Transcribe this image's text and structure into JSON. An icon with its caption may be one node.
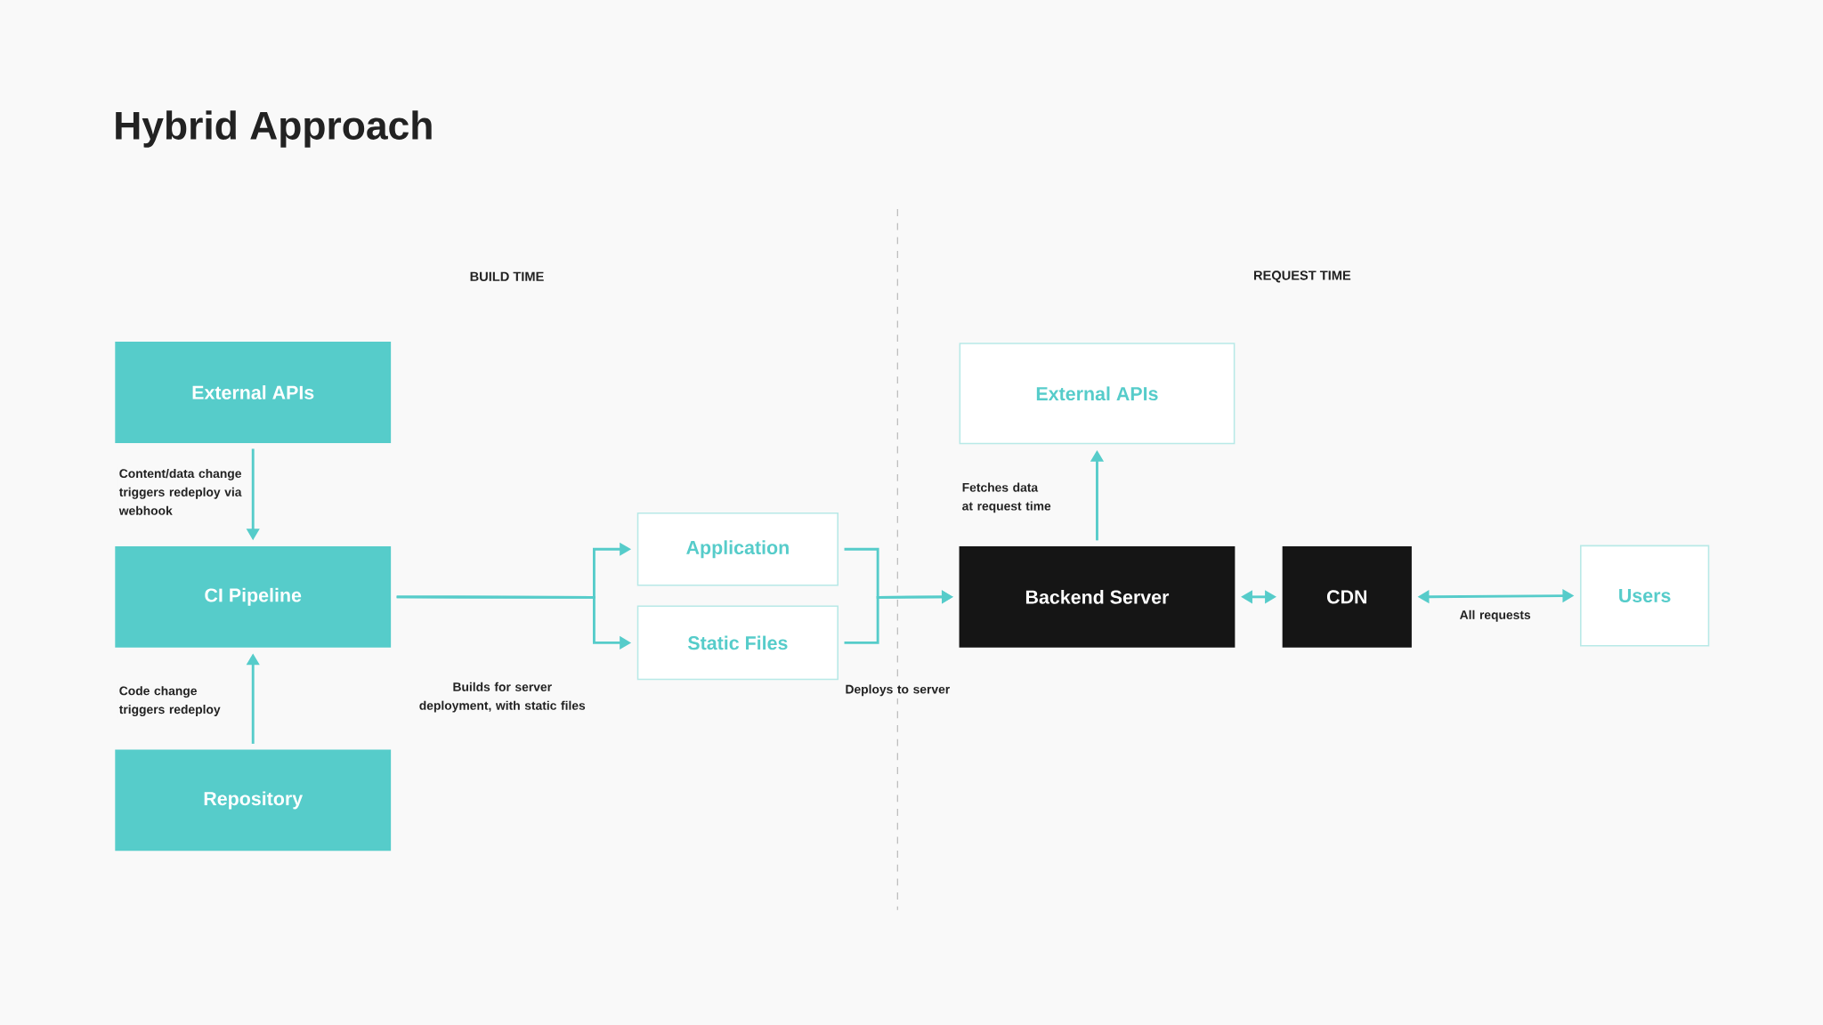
{
  "diagram": {
    "title": "Hybrid Approach",
    "nodes": [
      {
        "text": [
          "External APIs"
        ]
      },
      {
        "text": [
          "CI Pipeline"
        ]
      },
      {
        "text": [
          "Repository"
        ]
      },
      {
        "text": [
          "Application"
        ]
      },
      {
        "text": [
          "Static Files"
        ]
      },
      {
        "text": [
          "External APIs"
        ]
      },
      {
        "text": [
          "Backend Server"
        ]
      },
      {
        "text": [
          "CDN"
        ]
      },
      {
        "text": [
          "Users"
        ]
      }
    ],
    "edges": [
      {
        "from": 0,
        "to": 1,
        "arrow": "to",
        "label": "Content/data change triggers redeploy via webhook"
      },
      {
        "from": 2,
        "to": 1,
        "arrow": "to",
        "label": "Code change triggers redeploy"
      },
      {
        "from": 1,
        "to": 3,
        "arrow": "to"
      },
      {
        "from": 1,
        "to": 4,
        "arrow": "to",
        "label": "Builds for server deployment, with static files"
      },
      {
        "from": 3,
        "to": 6,
        "arrow": "to"
      },
      {
        "from": 4,
        "to": 6,
        "arrow": "to",
        "label": "Deploys to server"
      },
      {
        "from": 6,
        "to": 5,
        "arrow": "to",
        "label": "Fetches data at request time"
      },
      {
        "from": 6,
        "to": 7,
        "arrow": "both"
      },
      {
        "from": 7,
        "to": 8,
        "arrow": "both",
        "label": "All requests"
      }
    ],
    "labels": [
      "BUILD TIME",
      "REQUEST TIME"
    ]
  }
}
